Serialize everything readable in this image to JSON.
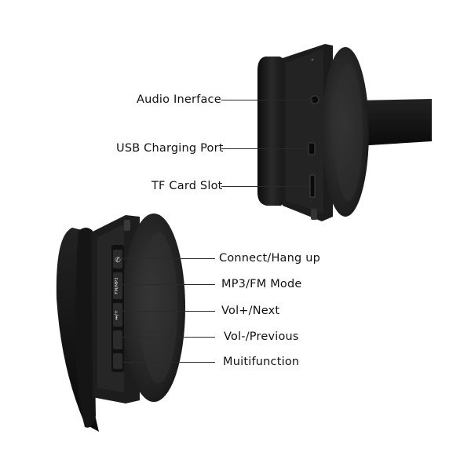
{
  "top_earcup": {
    "callouts": [
      "Audio Inerface",
      "USB Charging Port",
      "TF Card Slot"
    ]
  },
  "bottom_earcup": {
    "button_markings": [
      "FM/MP3",
      "⏭/+"
    ],
    "callouts": [
      "Connect/Hang up",
      "MP3/FM Mode",
      "Vol+/Next",
      "Vol-/Previous",
      "Muitifunction"
    ]
  },
  "colors": {
    "background": "#ffffff",
    "headphone_body": "#1b1b1b",
    "cushion": "#262626",
    "leader_line": "#2a2a2a"
  }
}
